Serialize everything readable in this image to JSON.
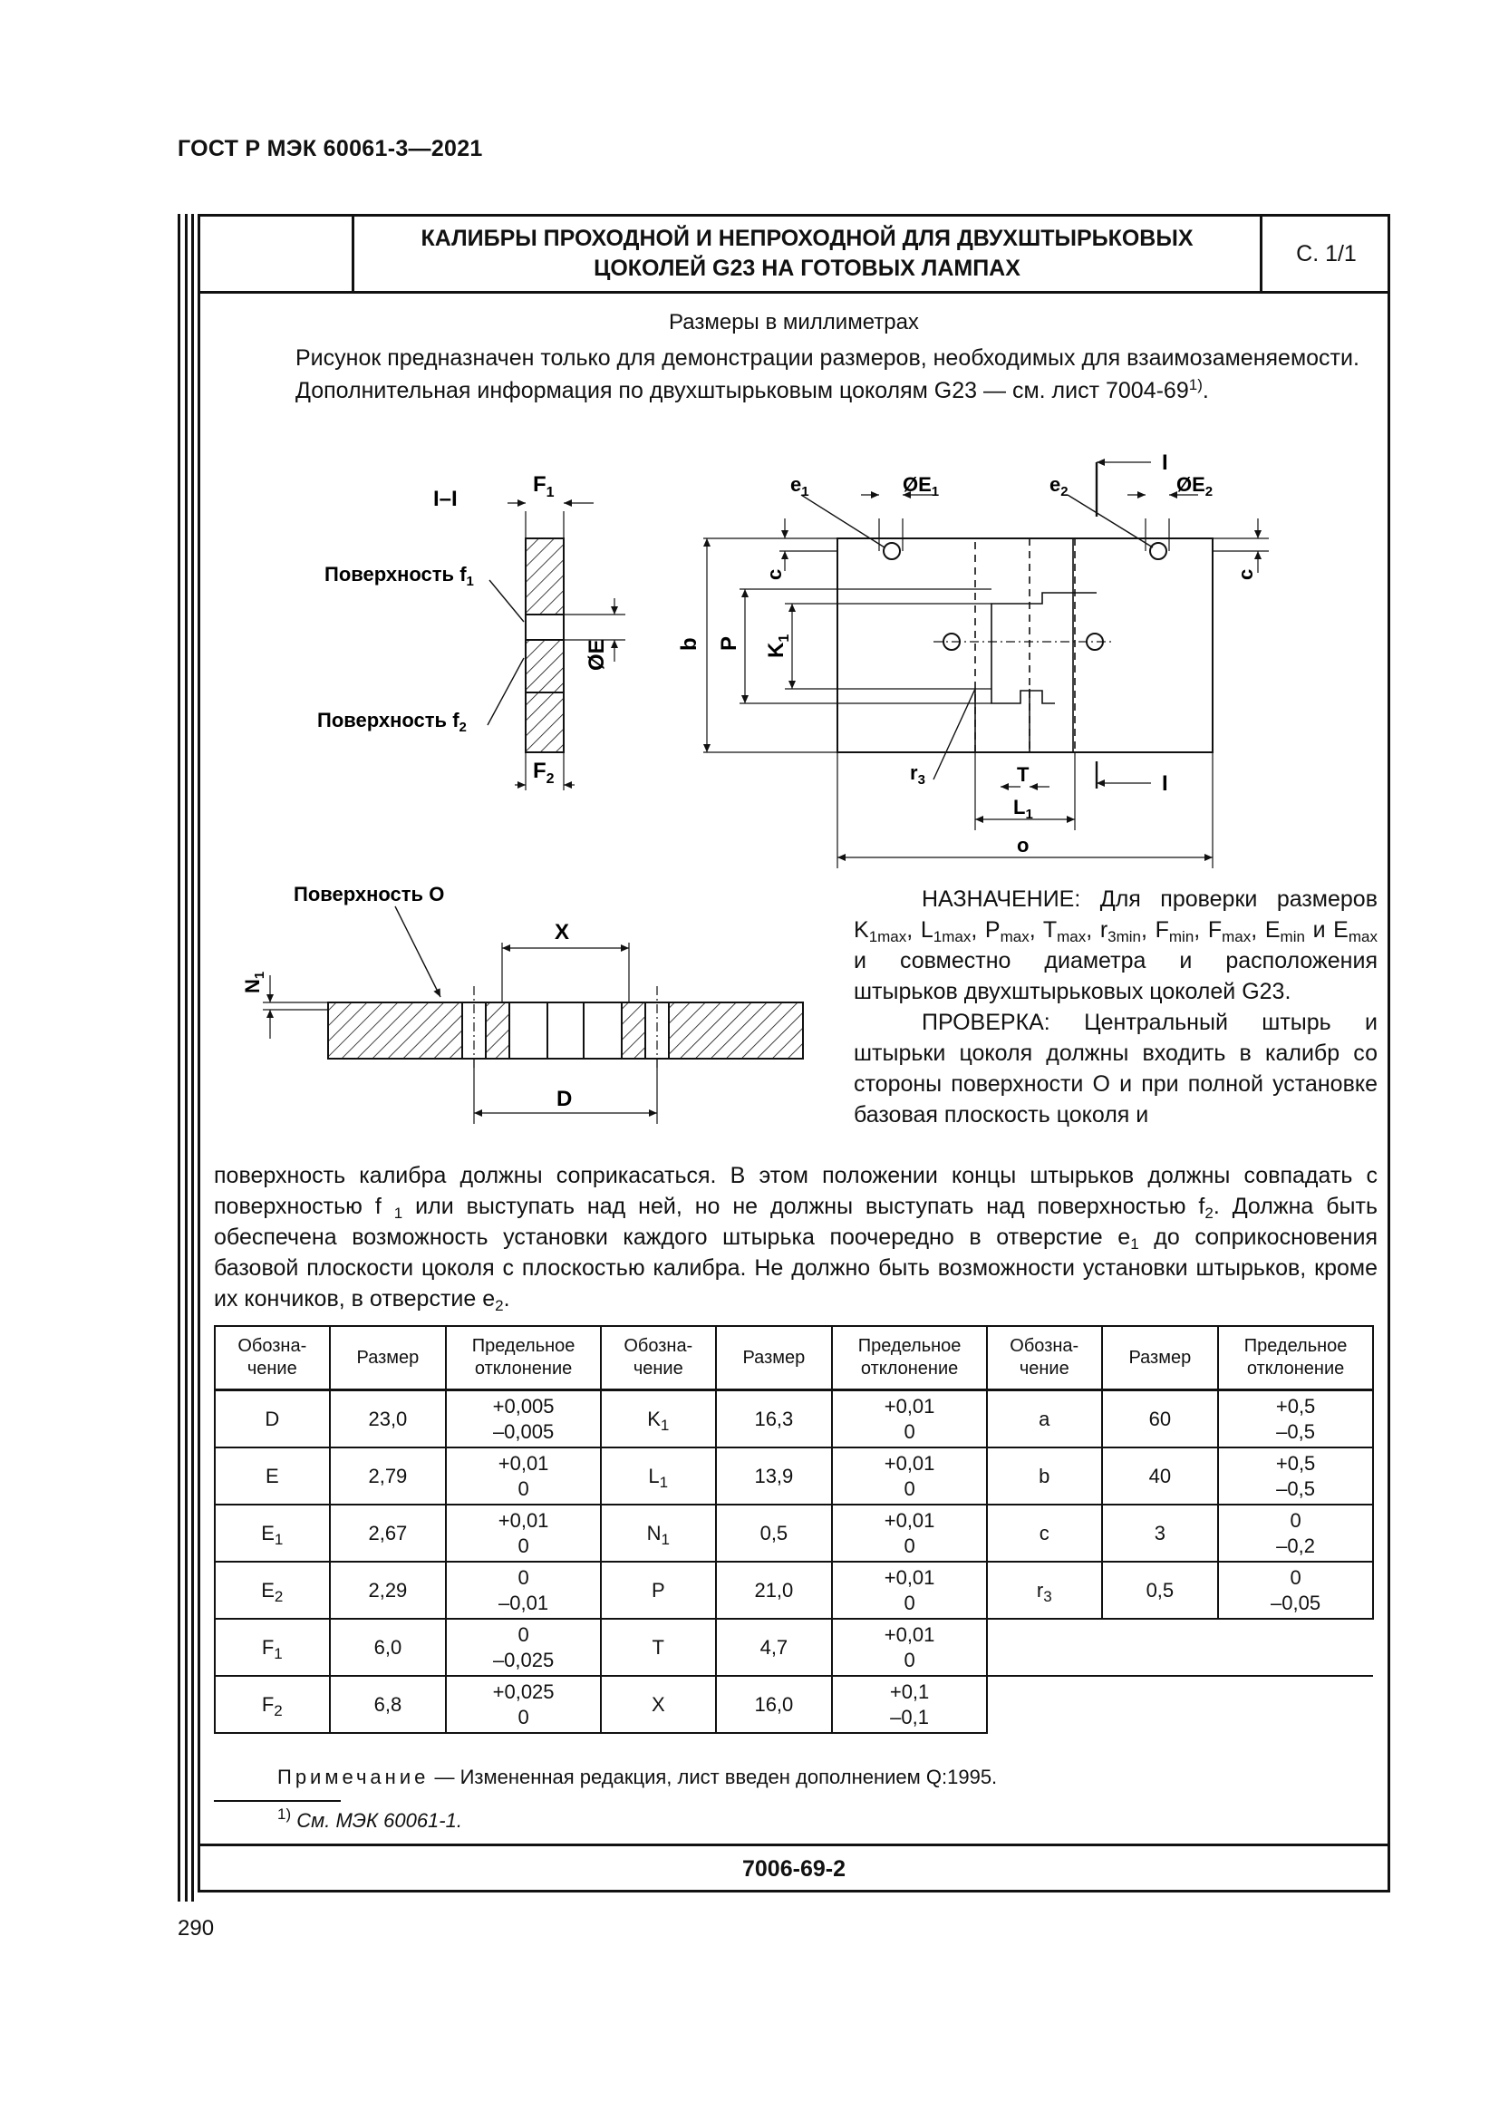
{
  "doc_header": "ГОСТ Р МЭК 60061-3—2021",
  "title": {
    "line1": "КАЛИБРЫ ПРОХОДНОЙ И НЕПРОХОДНОЙ ДЛЯ ДВУХШТЫРЬКОВЫХ",
    "line2": "ЦОКОЛЕЙ G23 НА ГОТОВЫХ ЛАМПАХ",
    "sheet": "С. 1/1"
  },
  "units": "Размеры в миллиметрах",
  "intro": {
    "p1": "Рисунок предназначен только для демонстрации размеров, необходимых для взаимозаменяемости.",
    "p2": "Дополнительная информация по двухштырьковым цоколям G23 — см. лист 7004-69",
    "p2_sup": "1)",
    "p2_end": "."
  },
  "drawing": {
    "section_label": "I–I",
    "surface_f1": "Поверхность f",
    "surface_f1_sub": "1",
    "surface_f2": "Поверхность f",
    "surface_f2_sub": "2",
    "surface_o": "Поверхность O",
    "lbl_F1": "F",
    "lbl_F1_sub": "1",
    "lbl_F2": "F",
    "lbl_F2_sub": "2",
    "lbl_E": "ØE",
    "lbl_e1": "e",
    "lbl_e1_sub": "1",
    "lbl_E1": "ØE",
    "lbl_E1_sub": "1",
    "lbl_e2": "e",
    "lbl_e2_sub": "2",
    "lbl_E2": "ØE",
    "lbl_E2_sub": "2",
    "lbl_I": "I",
    "lbl_c": "c",
    "lbl_b": "b",
    "lbl_P": "P",
    "lbl_K1": "K",
    "lbl_K1_sub": "1",
    "lbl_r3": "r",
    "lbl_r3_sub": "3",
    "lbl_T": "T",
    "lbl_L1": "L",
    "lbl_L1_sub": "1",
    "lbl_o": "o",
    "lbl_X": "X",
    "lbl_D": "D",
    "lbl_N1": "N",
    "lbl_N1_sub": "1"
  },
  "purpose": {
    "label": "НАЗНАЧЕНИЕ:",
    "text_a": "Для проверки размеров",
    "params": [
      {
        "b": "K",
        "s": "1max"
      },
      {
        "b": "L",
        "s": "1max"
      },
      {
        "b": "P",
        "s": "max"
      },
      {
        "b": "T",
        "s": "max"
      },
      {
        "b": "r",
        "s": "3min"
      },
      {
        "b": "F",
        "s": "min"
      },
      {
        "b": "F",
        "s": "max"
      },
      {
        "b": "E",
        "s": "min"
      }
    ],
    "and": "и",
    "emax": {
      "b": "E",
      "s": "max"
    },
    "text_b": "и совместно диаметра и расположения штырьков двухштырьковых цоколей G23."
  },
  "check": {
    "label": "ПРОВЕРКА:",
    "text1": "Центральный штырь и штырьки цоколя должны входить в калибр со стороны поверхности O и при полной установке базовая плоскость цоколя и поверхность калибра должны соприкасаться. В этом положении концы штырьков должны совпадать с поверхностью f",
    "sub1": "1",
    "text2": "или выступать над ней, но не должны выступать над поверхностью f",
    "sub2": "2",
    "text3": ". Должна быть обеспечена возможность установки каждого штырька поочередно в отверстие e",
    "sub3": "1",
    "text4": "до соприкосновения базовой плоскости цоколя с плоскостью калибра. Не должно быть возможности установки штырьков, кроме их кончиков, в отверстие e",
    "sub4": "2",
    "text5": "."
  },
  "table": {
    "headers": [
      "Обозна-\nчение",
      "Размер",
      "Предельное\nотклонение"
    ],
    "group1": [
      {
        "sym": "D",
        "sub": "",
        "size": "23,0",
        "tol_up": "+0,005",
        "tol_lo": "–0,005"
      },
      {
        "sym": "E",
        "sub": "",
        "size": "2,79",
        "tol_up": "+0,01",
        "tol_lo": "0"
      },
      {
        "sym": "E",
        "sub": "1",
        "size": "2,67",
        "tol_up": "+0,01",
        "tol_lo": "0"
      },
      {
        "sym": "E",
        "sub": "2",
        "size": "2,29",
        "tol_up": "0",
        "tol_lo": "–0,01"
      },
      {
        "sym": "F",
        "sub": "1",
        "size": "6,0",
        "tol_up": "0",
        "tol_lo": "–0,025"
      },
      {
        "sym": "F",
        "sub": "2",
        "size": "6,8",
        "tol_up": "+0,025",
        "tol_lo": "0"
      }
    ],
    "group2": [
      {
        "sym": "K",
        "sub": "1",
        "size": "16,3",
        "tol_up": "+0,01",
        "tol_lo": "0"
      },
      {
        "sym": "L",
        "sub": "1",
        "size": "13,9",
        "tol_up": "+0,01",
        "tol_lo": "0"
      },
      {
        "sym": "N",
        "sub": "1",
        "size": "0,5",
        "tol_up": "+0,01",
        "tol_lo": "0"
      },
      {
        "sym": "P",
        "sub": "",
        "size": "21,0",
        "tol_up": "+0,01",
        "tol_lo": "0"
      },
      {
        "sym": "T",
        "sub": "",
        "size": "4,7",
        "tol_up": "+0,01",
        "tol_lo": "0"
      },
      {
        "sym": "X",
        "sub": "",
        "size": "16,0",
        "tol_up": "+0,1",
        "tol_lo": "–0,1"
      }
    ],
    "group3": [
      {
        "sym": "a",
        "sub": "",
        "size": "60",
        "tol_up": "+0,5",
        "tol_lo": "–0,5"
      },
      {
        "sym": "b",
        "sub": "",
        "size": "40",
        "tol_up": "+0,5",
        "tol_lo": "–0,5"
      },
      {
        "sym": "c",
        "sub": "",
        "size": "3",
        "tol_up": "0",
        "tol_lo": "–0,2"
      },
      {
        "sym": "r",
        "sub": "3",
        "size": "0,5",
        "tol_up": "0",
        "tol_lo": "–0,05"
      }
    ]
  },
  "note": {
    "label": "Примечание",
    "text": "— Измененная редакция, лист введен дополнением Q:1995."
  },
  "footnote": {
    "mark": "1)",
    "text": "См. МЭК 60061-1."
  },
  "sheet_number": "7006-69-2",
  "page_number": "290"
}
